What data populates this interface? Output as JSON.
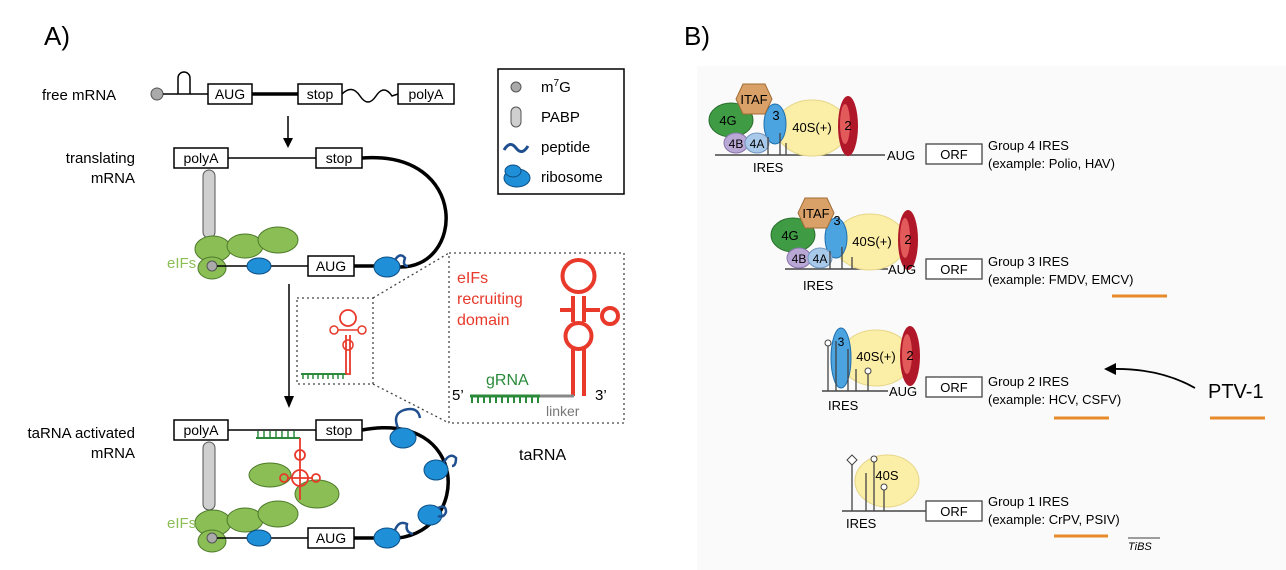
{
  "panel_a": {
    "label": "A)",
    "rows": {
      "free_mrna": "free mRNA",
      "translating_1": "translating",
      "translating_2": "mRNA",
      "activated_1": "taRNA activated",
      "activated_2": "mRNA"
    },
    "boxes": {
      "aug": "AUG",
      "stop": "stop",
      "polya": "polyA"
    },
    "eifs": "eIFs",
    "legend": {
      "m7g_prefix": "m",
      "m7g_sup": "7",
      "m7g_suffix": "G",
      "pabp": "PABP",
      "peptide": "peptide",
      "ribosome": "ribosome"
    },
    "tarna_inset": {
      "domain_1": "eIFs",
      "domain_2": "recruiting",
      "domain_3": "domain",
      "grna": "gRNA",
      "five_prime": "5’",
      "three_prime": "3’",
      "linker": "linker",
      "caption": "taRNA"
    },
    "colors": {
      "green": "#8bbe55",
      "blue": "#1f8fd8",
      "red": "#e8392b",
      "dark_green": "#2a8a3a",
      "navy": "#1f4f8f"
    }
  },
  "panel_b": {
    "label": "B)",
    "factors": {
      "itaf": "ITAF",
      "g4": "4G",
      "b4": "4B",
      "a4": "4A",
      "three": "3",
      "two": "2",
      "forty_s_plus": "40S(+)",
      "forty_s": "40S"
    },
    "ires_label": "IRES",
    "aug": "AUG",
    "orf": "ORF",
    "groups": [
      {
        "title": "Group 4 IRES",
        "example": "(example: Polio, HAV)"
      },
      {
        "title": "Group 3 IRES",
        "example": "(example: FMDV, EMCV)"
      },
      {
        "title": "Group 2 IRES",
        "example": "(example: HCV, CSFV)"
      },
      {
        "title": "Group 1 IRES",
        "example": "(example: CrPV, PSIV)"
      }
    ],
    "ptv": "PTV-1",
    "tibs": "TiBS",
    "colors": {
      "orange": "#e88a2a",
      "tan": "#d9a067",
      "yellow": "#fbeea6",
      "light_blue": "#4ba3e0",
      "purple": "#b9a7d6",
      "dark_red": "#b0182a"
    }
  }
}
